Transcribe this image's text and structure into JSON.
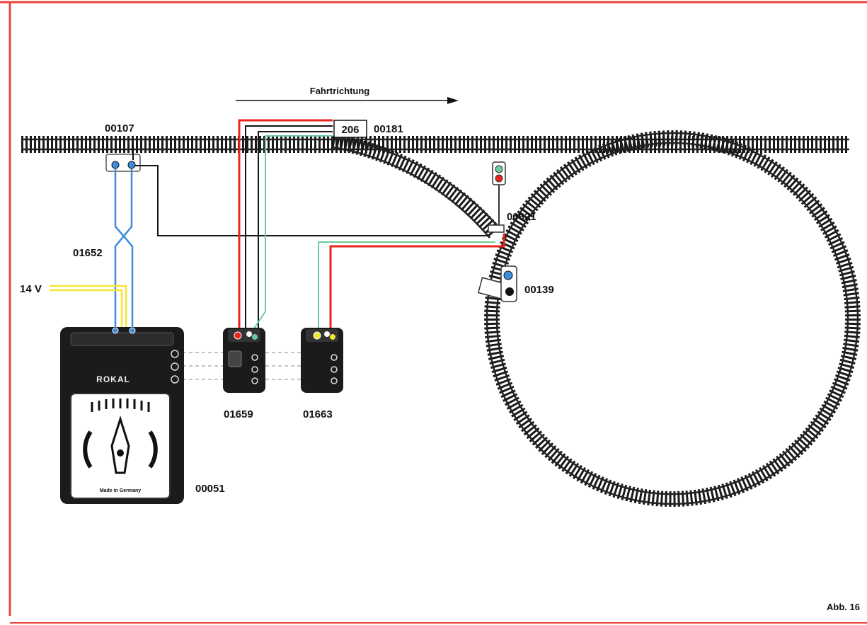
{
  "direction_label": "Fahrtrichtung",
  "parts": {
    "feeder_track": "00107",
    "turnout": "00181",
    "turnout_box": "206",
    "signal": "00621",
    "uncoupler": "00139",
    "cable": "01652",
    "switch_module_1": "01659",
    "switch_module_2": "01663",
    "transformer": "00051"
  },
  "voltage_label": "14 V",
  "transformer_brand": "ROKAL",
  "transformer_made": "Made in Germany",
  "figure_label": "Abb. 16",
  "colors": {
    "frame": "#e8463a",
    "wire_blue": "#3d8ed8",
    "wire_red": "#e8241c",
    "wire_green": "#6ccba0",
    "wire_yellow": "#f2e632",
    "wire_black": "#151515",
    "rail": "#222222"
  }
}
